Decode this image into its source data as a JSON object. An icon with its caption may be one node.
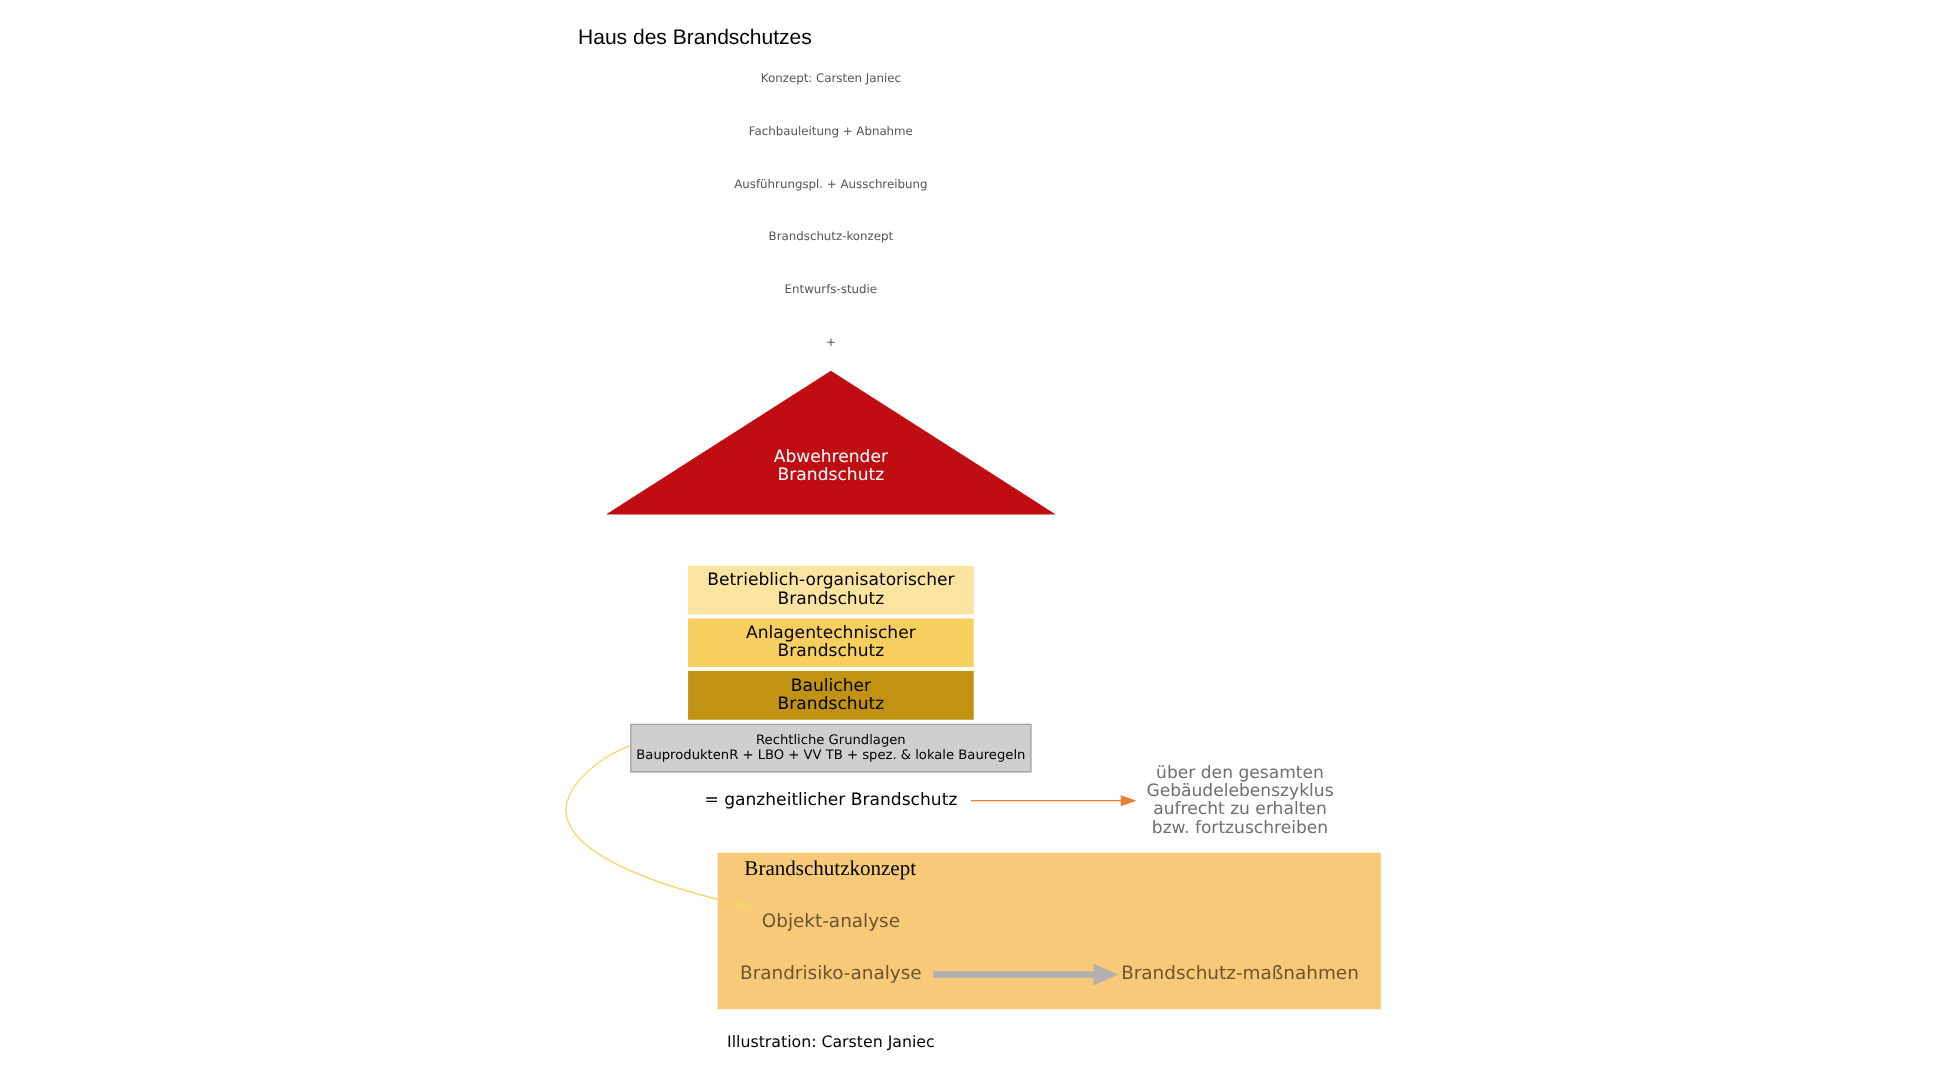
{
  "diagram": {
    "title": "Haus des Brandschutzes",
    "caption": "Illustration: Carsten Janiec",
    "nodes": [
      {
        "text": [
          "Brandschutzkonzept"
        ]
      },
      {
        "text": [
          "Objekt-analyse"
        ],
        "in": 0
      },
      {
        "text": [
          "Brandrisiko-analyse"
        ],
        "in": 0
      },
      {
        "text": [
          "Brandschutz-maßnahmen"
        ],
        "in": 0
      },
      {
        "text": [
          "Abwehrender Brandschutz"
        ]
      },
      {
        "text": [
          "Betrieblich-organisatorischer Brandschutz"
        ]
      },
      {
        "text": [
          "Anlagentechnischer Brandschutz"
        ]
      },
      {
        "text": [
          "Baulicher Brandschutz"
        ]
      },
      {
        "text": [
          "Rechtliche Grundlagen",
          "BauproduktenR + LBO + VV TB + spez. & lokale Bauregeln"
        ]
      },
      {
        "text": [
          "= ganzheitlicher Brandschutz"
        ]
      },
      {
        "text": [
          "über den gesamten Gebäudelebenszyklus aufrecht zu erhalten bzw. fortzuschreiben"
        ]
      }
    ],
    "edges": [
      {
        "from": 2,
        "to": 3,
        "arrow": "to",
        "style": "thick",
        "color": "#b0b0b0"
      },
      {
        "from": 9,
        "to": 10,
        "arrow": "to",
        "color": "#ed7d31"
      },
      {
        "from": 8,
        "to": 1,
        "arrow": "to",
        "color": "#f5d36b"
      }
    ],
    "labels": [
      "+",
      "Entwurfs-studie",
      "Brandschutz-konzept",
      "Ausführungspl. + Ausschreibung",
      "Fachbauleitung + Abnahme",
      "Konzept: Carsten Janiec"
    ]
  }
}
